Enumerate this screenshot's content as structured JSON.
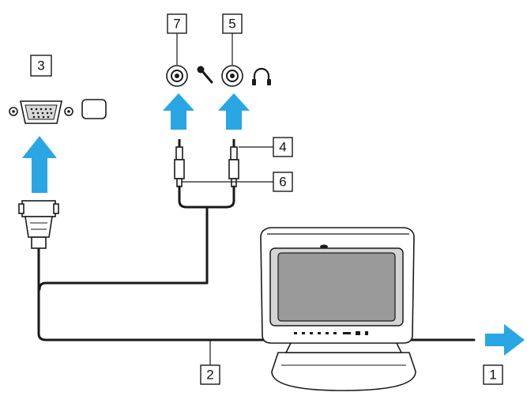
{
  "callouts": {
    "c1": "1",
    "c2": "2",
    "c3": "3",
    "c4": "4",
    "c5": "5",
    "c6": "6",
    "c7": "7"
  },
  "colors": {
    "arrow": "#29a6e3",
    "cable": "#1a1a1a",
    "monitor_screen": "#9a9a9a",
    "monitor_body": "#e8e8e8",
    "outline": "#1a1a1a"
  },
  "icons": {
    "microphone": "microphone-icon",
    "headphones": "headphones-icon",
    "monitor_symbol": "monitor-port-icon"
  }
}
